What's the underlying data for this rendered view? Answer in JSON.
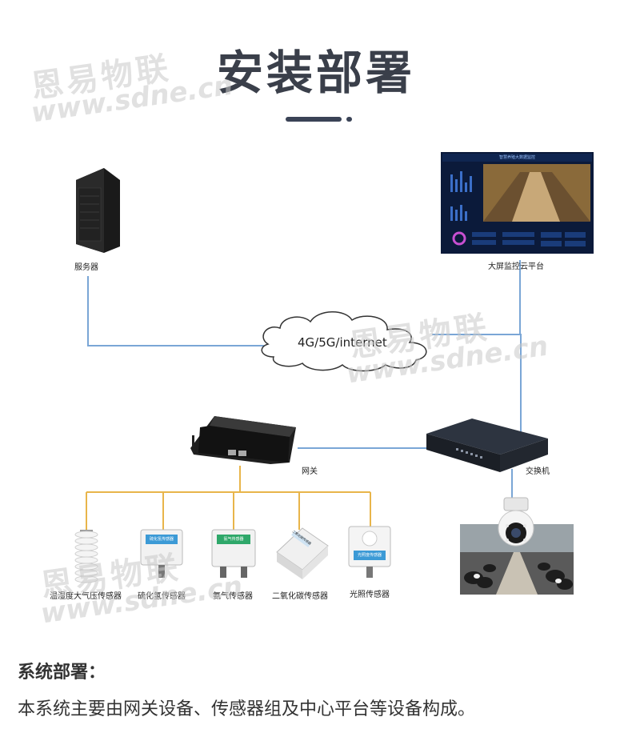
{
  "header": {
    "title": "安装部署"
  },
  "watermarks": [
    {
      "cn": "恩易物联",
      "url": "www.sdne.cn"
    },
    {
      "cn": "恩易物联",
      "url": "www.sdne.cn"
    },
    {
      "cn": "恩易物联",
      "url": "www.sdne.cn"
    }
  ],
  "diagram": {
    "server_label": "服务器",
    "screen_label": "大屏监控云平台",
    "cloud_label": "4G/5G/internet",
    "gateway_label": "网关",
    "switch_label": "交换机",
    "sensors": [
      {
        "label": "温湿度大气压传感器",
        "panel_text": ""
      },
      {
        "label": "硫化氢传感器",
        "panel_text": "硫化氢传感器"
      },
      {
        "label": "氨气传感器",
        "panel_text": "氨气传感器"
      },
      {
        "label": "二氧化碳传感器",
        "panel_text": "二氧化碳传感器"
      },
      {
        "label": "光照传感器",
        "panel_text": "光照度传感器"
      }
    ],
    "screen_title": "智慧养殖大数据监控"
  },
  "colors": {
    "link_line": "#7aa6d6",
    "sensor_bus": "#e8b54a",
    "title": "#3a3f4a"
  },
  "footer": {
    "heading": "系统部署：",
    "body": "本系统主要由网关设备、传感器组及中心平台等设备构成。"
  }
}
